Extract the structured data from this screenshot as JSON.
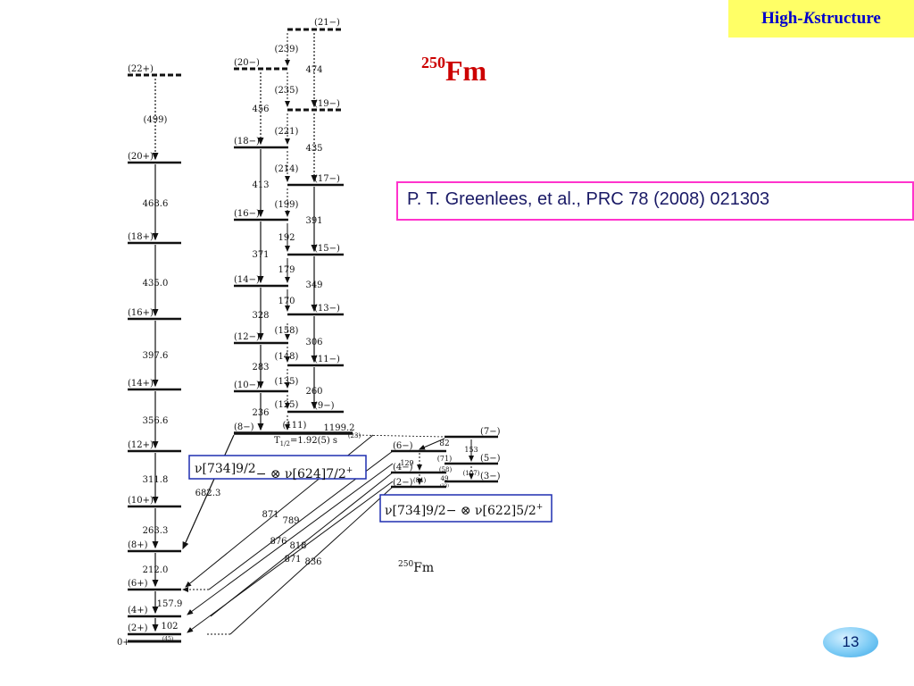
{
  "header": {
    "badge_pre": "High-",
    "badge_k": "K",
    "badge_post": " structure"
  },
  "title": {
    "mass": "250",
    "symbol": "Fm"
  },
  "reference": "P. T. Greenlees, et al., PRC 78 (2008) 021303",
  "page_number": "13",
  "isomer": {
    "energy": "1199.2",
    "halflife_pre": "T",
    "halflife_sub": "1/2",
    "halflife_post": "=1.92(5) s"
  },
  "configs": {
    "upper": {
      "a": "ν[734]9/2",
      "b": "− ⊗ ν[624]7/2",
      "c": "+"
    },
    "lower": {
      "a": "ν[734]9/2",
      "b": "− ⊗ ν[622]5/2",
      "c": "+"
    }
  },
  "nucleus_label": {
    "mass": "250",
    "symbol": "Fm"
  },
  "levels": {
    "gsb": [
      "(22+)",
      "(20+)",
      "(18+)",
      "(16+)",
      "(14+)",
      "(12+)",
      "(10+)",
      "(8+)",
      "(6+)",
      "(4+)",
      "(2+)",
      "0+"
    ],
    "band8": [
      "(20−)",
      "(18−)",
      "(16−)",
      "(14−)",
      "(12−)",
      "(10−)",
      "(8−)"
    ],
    "band9": [
      "(21−)",
      "(19−)",
      "(17−)",
      "(15−)",
      "(13−)",
      "(11−)",
      "(9−)"
    ],
    "band2": [
      "(7−)",
      "(6−)",
      "(5−)",
      "(4−)",
      "(3−)",
      "(2−)"
    ]
  },
  "gammas": {
    "gsb": [
      "(499)",
      "468.6",
      "435.0",
      "397.6",
      "356.6",
      "311.8",
      "263.3",
      "212.0",
      "157.9",
      "102",
      "(45)"
    ],
    "band8_e2": [
      "456",
      "413",
      "371",
      "328",
      "283",
      "236"
    ],
    "band9_e2": [
      "474",
      "435",
      "391",
      "349",
      "306",
      "260"
    ],
    "m1": [
      "(239)",
      "(235)",
      "(221)",
      "(214)",
      "(199)",
      "192",
      "179",
      "170",
      "(158)",
      "(148)",
      "(135)",
      "(125)",
      "(111)"
    ],
    "isomer_decay": "682.3",
    "band2_gammas": [
      "(23)",
      "82",
      "153",
      "(71)",
      "129",
      "(58)",
      "(107)",
      "(84)",
      "49",
      "(33)"
    ],
    "interband": [
      "871",
      "789",
      "876",
      "818",
      "871",
      "836"
    ]
  },
  "colors": {
    "badge_bg": "#ffff66",
    "badge_text": "#0000cc",
    "title": "#cc0000",
    "ref_border": "#ff33cc",
    "config_border": "#1f2fb0"
  }
}
